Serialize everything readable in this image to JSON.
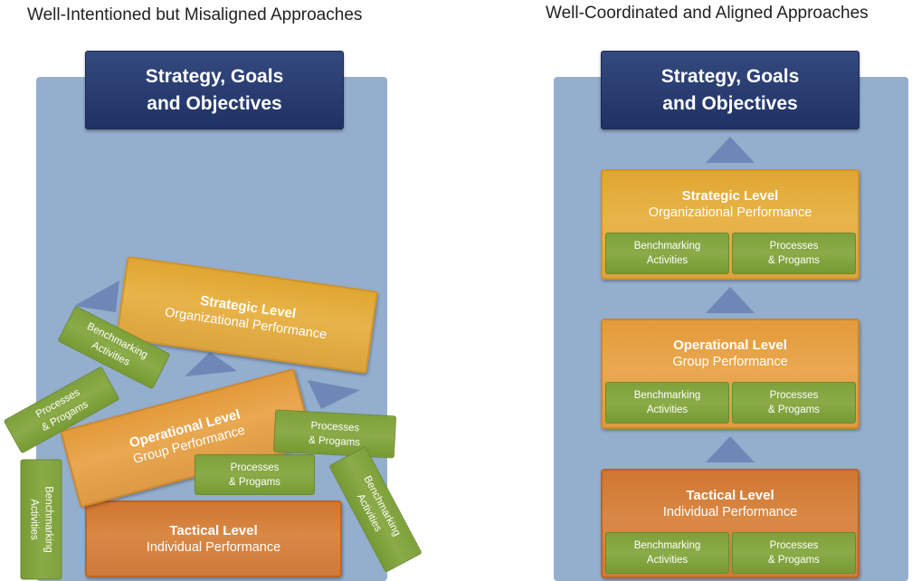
{
  "left": {
    "title": "Well-Intentioned but Misaligned Approaches",
    "strategy": {
      "line1": "Strategy, Goals",
      "line2": "and Objectives"
    },
    "strategic": {
      "name": "Strategic Level",
      "sub": "Organizational Performance"
    },
    "operational": {
      "name": "Operational Level",
      "sub": "Group Performance"
    },
    "tactical": {
      "name": "Tactical Level",
      "sub": "Individual Performance"
    },
    "boxes": {
      "benchmarking_1": {
        "line1": "Benchmarking",
        "line2": "Activities"
      },
      "processes_1": {
        "line1": "Processes",
        "line2": "& Progams"
      },
      "processes_2": {
        "line1": "Processes",
        "line2": "& Progams"
      },
      "processes_3": {
        "line1": "Processes",
        "line2": "& Progams"
      },
      "benchmarking_2": {
        "line1": "Benchmarking",
        "line2": "Activities"
      },
      "benchmarking_3": {
        "line1": "Benchmarking",
        "line2": "Activities"
      }
    }
  },
  "right": {
    "title": "Well-Coordinated and Aligned Approaches",
    "strategy": {
      "line1": "Strategy, Goals",
      "line2": "and Objectives"
    },
    "levels": [
      {
        "name": "Strategic Level",
        "sub": "Organizational Performance",
        "bench": {
          "line1": "Benchmarking",
          "line2": "Activities"
        },
        "proc": {
          "line1": "Processes",
          "line2": "& Progams"
        }
      },
      {
        "name": "Operational Level",
        "sub": "Group Performance",
        "bench": {
          "line1": "Benchmarking",
          "line2": "Activities"
        },
        "proc": {
          "line1": "Processes",
          "line2": "& Progams"
        }
      },
      {
        "name": "Tactical Level",
        "sub": "Individual Performance",
        "bench": {
          "line1": "Benchmarking",
          "line2": "Activities"
        },
        "proc": {
          "line1": "Processes",
          "line2": "& Progams"
        }
      }
    ]
  },
  "colors": {
    "panel": "#94aece",
    "strategy_box": "#26386d",
    "strategic_level": "#e3aa3b",
    "operational_level": "#e49f44",
    "tactical_level": "#d17c37",
    "activity_box": "#82a33e",
    "arrow": "#6d88b6"
  }
}
